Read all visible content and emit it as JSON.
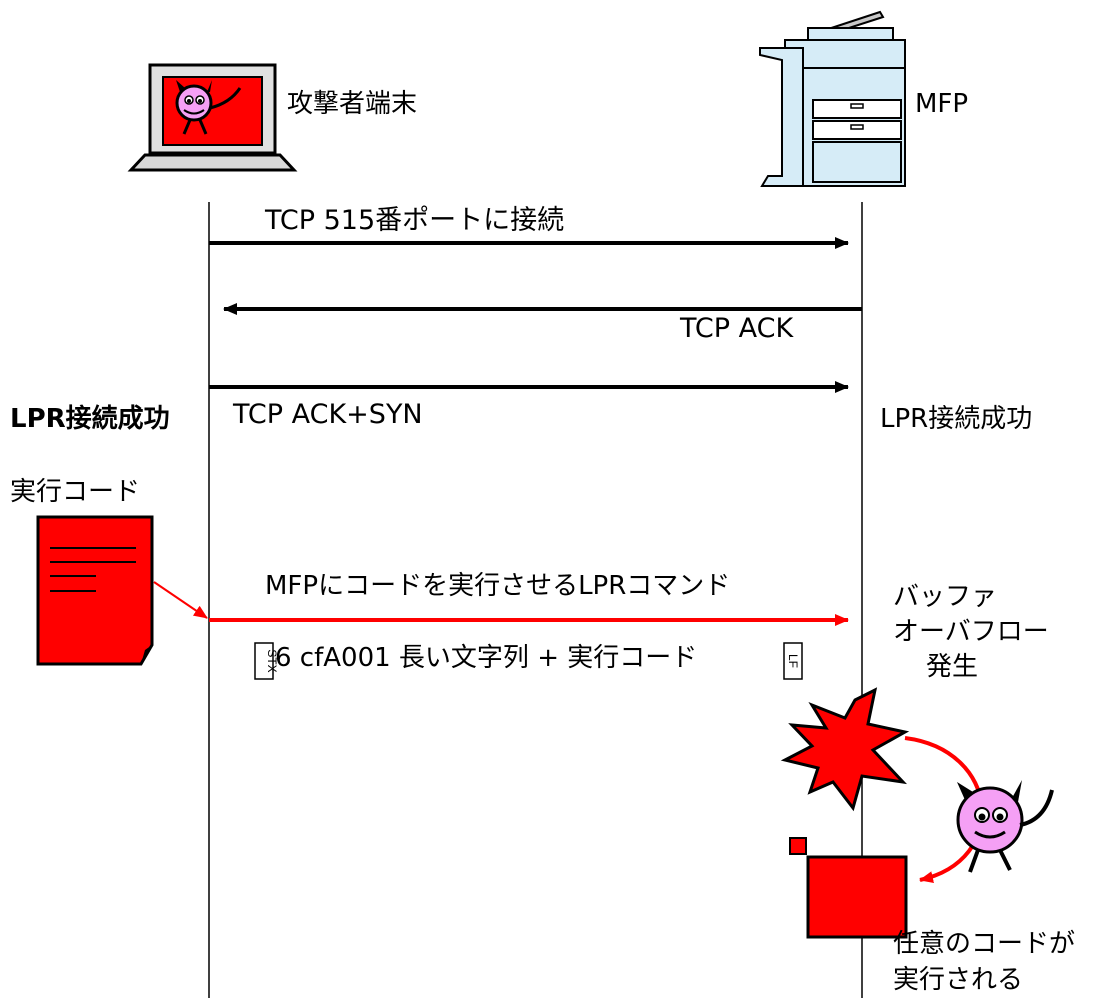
{
  "attacker": {
    "label": "攻撃者端末"
  },
  "mfp": {
    "label": "MFP"
  },
  "messages": [
    {
      "label": "TCP 515番ポートに接続",
      "direction": "right"
    },
    {
      "label": "TCP ACK",
      "direction": "left"
    },
    {
      "label": "TCP ACK+SYN",
      "direction": "right"
    },
    {
      "label": "MFPにコードを実行させるLPRコマンド",
      "direction": "right",
      "color": "#e02020"
    }
  ],
  "command": {
    "stx": "STX",
    "body": "6 cfA001 長い文字列 + 実行コード",
    "lf": "LF"
  },
  "left_notes": {
    "lpr_success": "LPR接続成功",
    "exec_code": "実行コード"
  },
  "right_notes": {
    "lpr_success": "LPR接続成功",
    "overflow": [
      "バッファ",
      "オーバフロー",
      "発生"
    ],
    "result": [
      "任意のコードが",
      "実行される"
    ]
  },
  "colors": {
    "red": "#ff0000",
    "arrow_red": "#e02020",
    "devil_pink": "#f5a0f5",
    "mfp_blue": "#d6ecf7",
    "mfp_gray": "#c8c8c8"
  }
}
